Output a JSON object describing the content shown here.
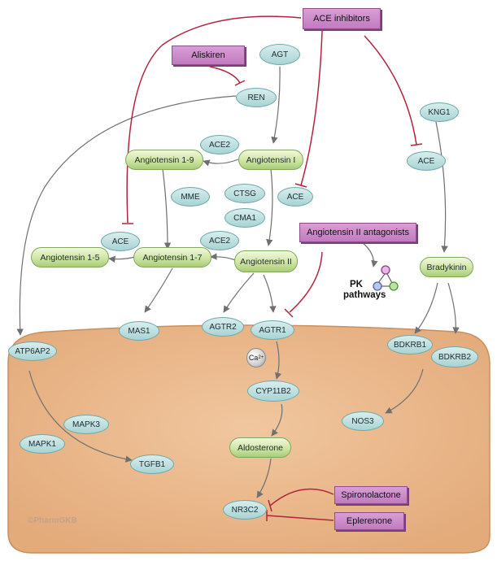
{
  "drugs": {
    "ace_inhibitors": "ACE inhibitors",
    "aliskiren": "Aliskiren",
    "angiotensin_ii_antagonists": "Angiotensin II antagonists",
    "spironolactone": "Spironolactone",
    "eplerenone": "Eplerenone"
  },
  "proteins": {
    "agt": "AGT",
    "ren": "REN",
    "ace2_top": "ACE2",
    "ace_center": "ACE",
    "ace_left": "ACE",
    "ace_right": "ACE",
    "kng1": "KNG1",
    "mme": "MME",
    "ctsg": "CTSG",
    "cma1": "CMA1",
    "ace2_mid": "ACE2",
    "mas1": "MAS1",
    "agtr2": "AGTR2",
    "agtr1": "AGTR1",
    "atp6ap2": "ATP6AP2",
    "bdkrb1": "BDKRB1",
    "bdkrb2": "BDKRB2",
    "cyp11b2": "CYP11B2",
    "nos3": "NOS3",
    "mapk3": "MAPK3",
    "mapk1": "MAPK1",
    "tgfb1": "TGFB1",
    "nr3c2": "NR3C2"
  },
  "metabolites": {
    "angiotensin_i": "Angiotensin I",
    "angiotensin_1_9": "Angiotensin 1-9",
    "angiotensin_1_7": "Angiotensin 1-7",
    "angiotensin_1_5": "Angiotensin 1-5",
    "angiotensin_ii": "Angiotensin II",
    "bradykinin": "Bradykinin",
    "aldosterone": "Aldosterone"
  },
  "ion": {
    "symbol": "Ca",
    "charge": "2+"
  },
  "pk": {
    "line1": "PK",
    "line2": "pathways"
  },
  "copyright": "©PharmGKB",
  "colors": {
    "cell": "#ecb98b",
    "cell_border": "#c98f5f",
    "arrow": "#707070",
    "inhibit": "#b2243d"
  }
}
